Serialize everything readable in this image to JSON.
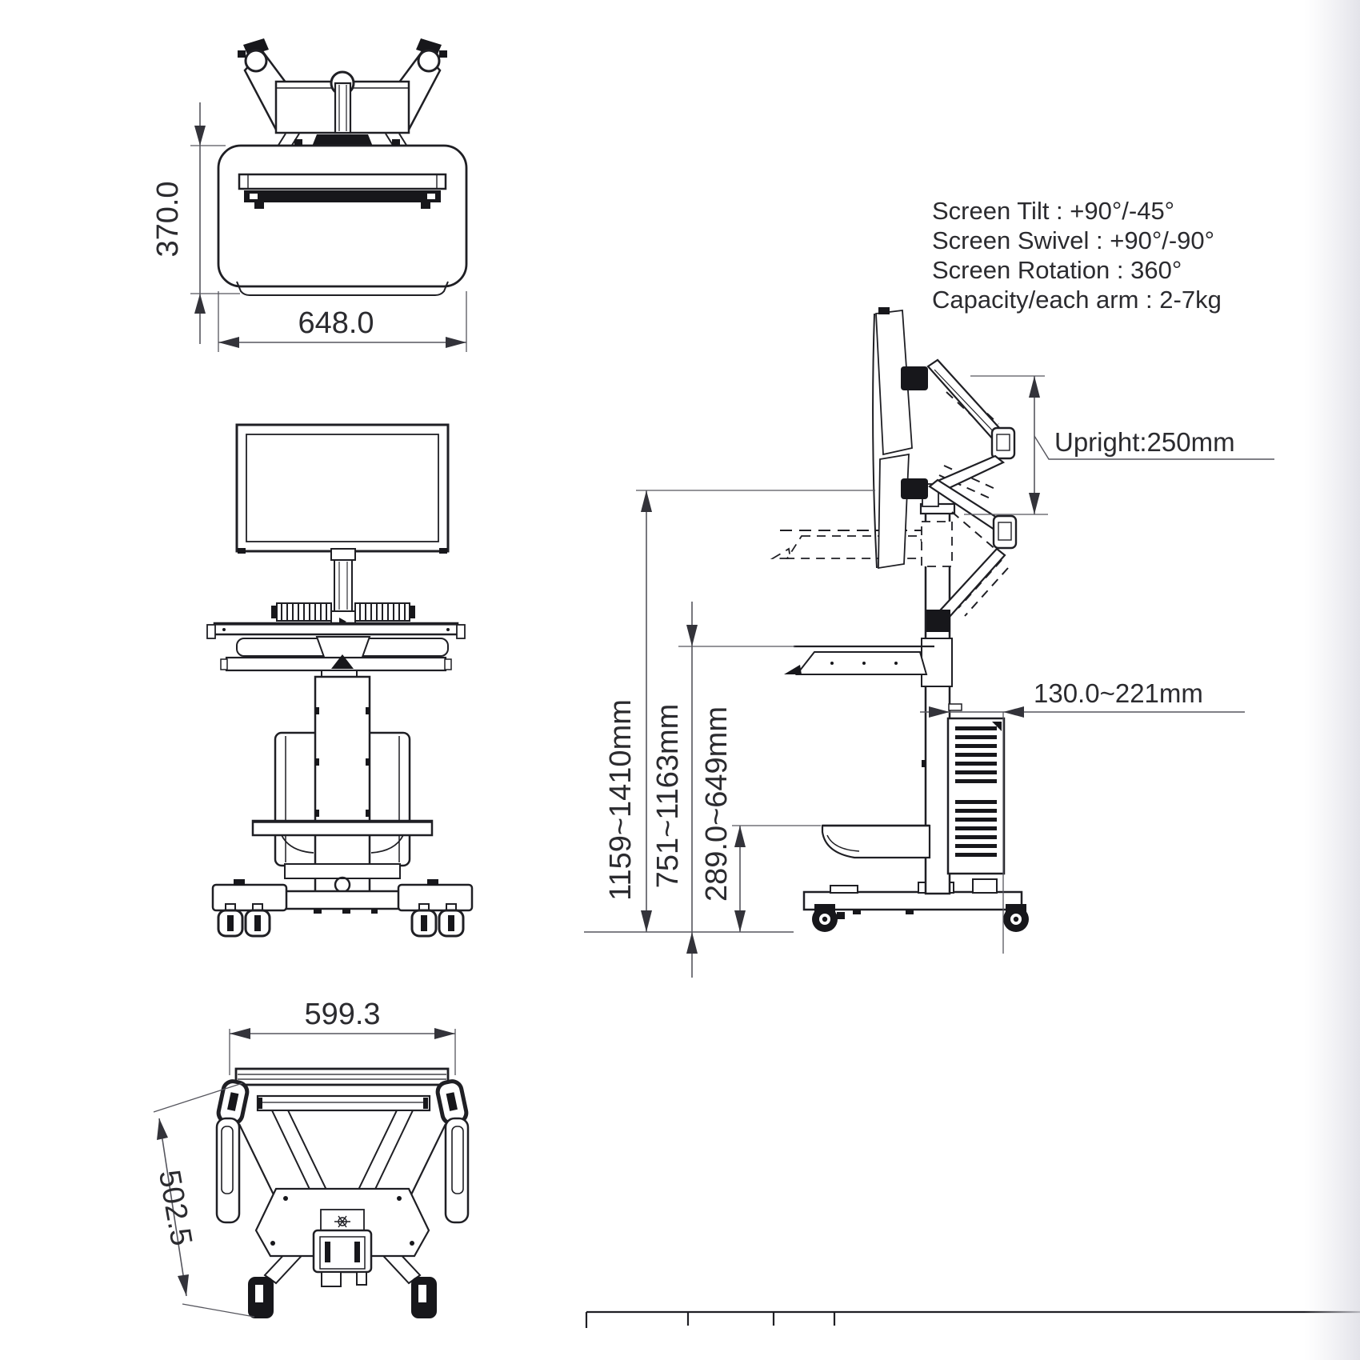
{
  "specs": {
    "tilt": "Screen Tilt : +90°/-45°",
    "swivel": "Screen Swivel : +90°/-90°",
    "rotation": "Screen Rotation : 360°",
    "capacity": "Capacity/each arm : 2-7kg"
  },
  "top_view": {
    "depth_mm": "370.0",
    "width_mm": "648.0"
  },
  "bottom_view": {
    "width_mm": "599.3",
    "depth_mm": "502.5"
  },
  "side_view": {
    "overall_height": "1159~1410mm",
    "keyboard_height": "751~1163mm",
    "shelf_height": "289.0~649mm",
    "cpu_holder_depth": "130.0~221mm",
    "upright_length": "Upright:250mm"
  },
  "colors": {
    "ink": "#1f1f24",
    "dim_line": "#56565e",
    "text": "#2b2b2f",
    "background": "#ffffff"
  }
}
